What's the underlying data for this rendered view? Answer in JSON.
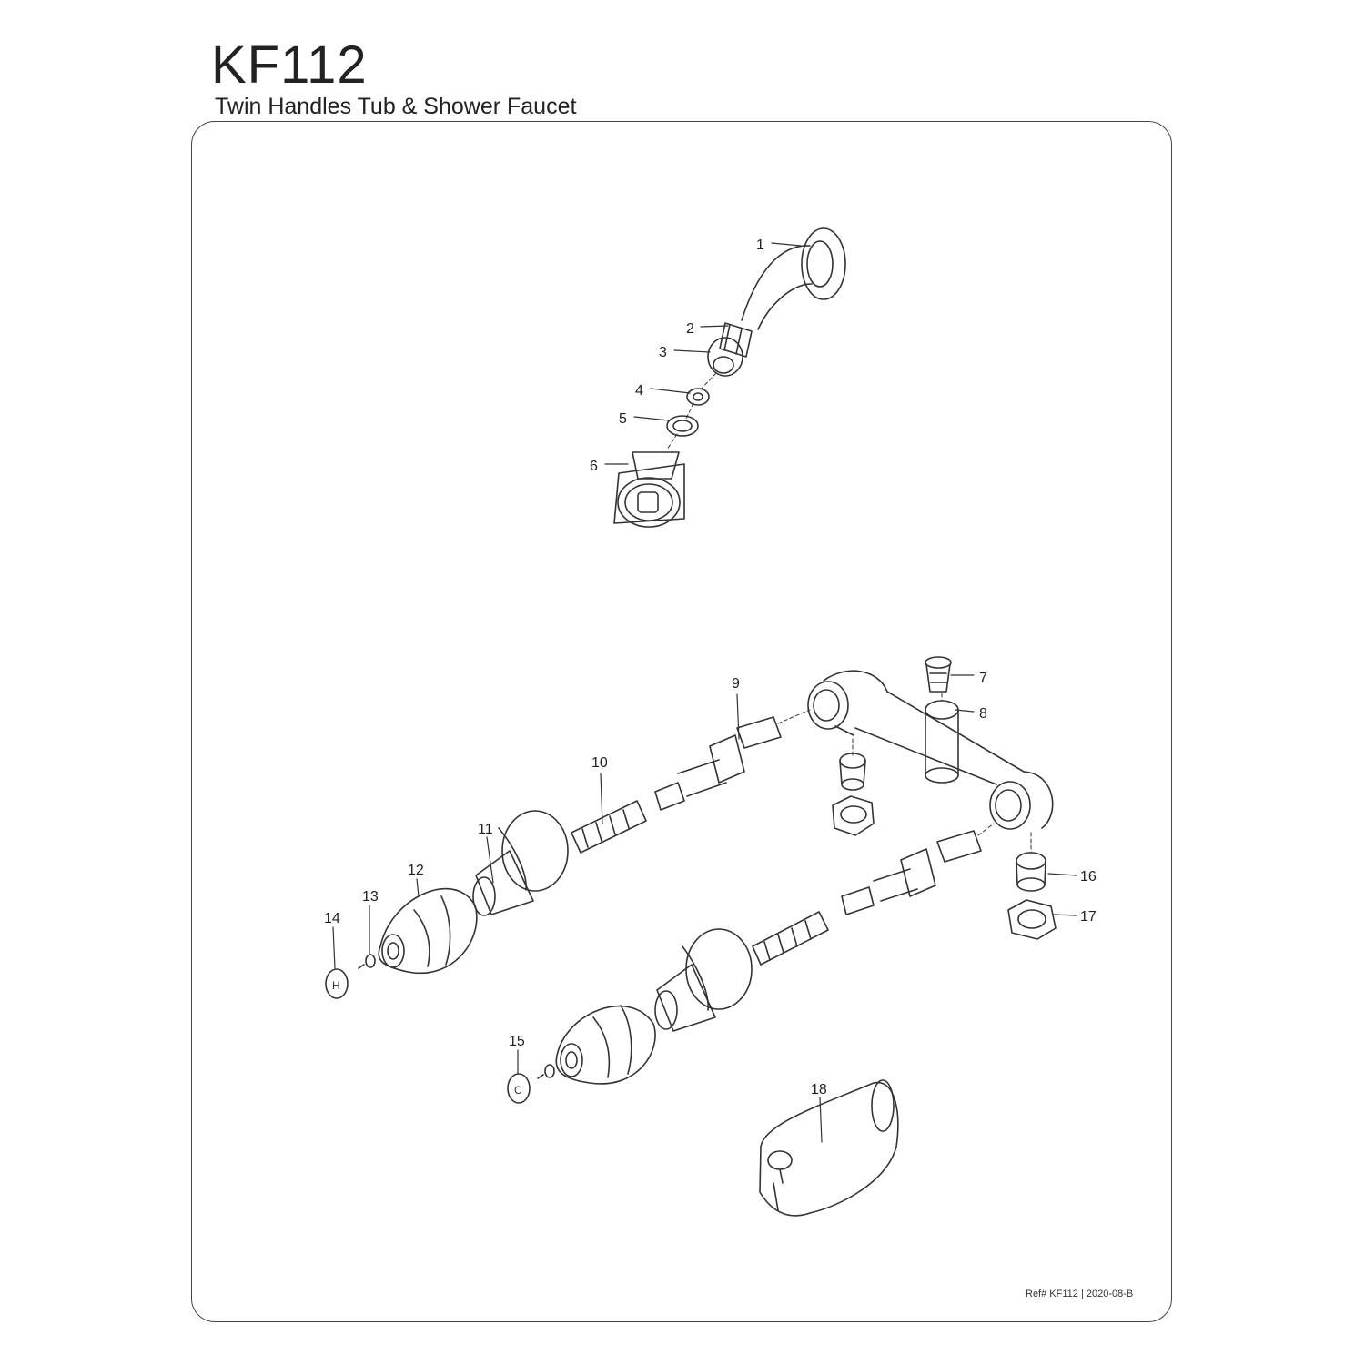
{
  "header": {
    "model": "KF112",
    "subtitle": "Twin Handles Tub & Shower Faucet"
  },
  "footer": {
    "reference": "Ref# KF112 | 2020-08-B"
  },
  "parts": [
    {
      "number": "1"
    },
    {
      "number": "2"
    },
    {
      "number": "3"
    },
    {
      "number": "4"
    },
    {
      "number": "5"
    },
    {
      "number": "6"
    },
    {
      "number": "7"
    },
    {
      "number": "8"
    },
    {
      "number": "9"
    },
    {
      "number": "10"
    },
    {
      "number": "11"
    },
    {
      "number": "12"
    },
    {
      "number": "13"
    },
    {
      "number": "14"
    },
    {
      "number": "15"
    },
    {
      "number": "16"
    },
    {
      "number": "17"
    },
    {
      "number": "18"
    }
  ],
  "cap_marks": {
    "hot": "H",
    "cold": "C"
  }
}
